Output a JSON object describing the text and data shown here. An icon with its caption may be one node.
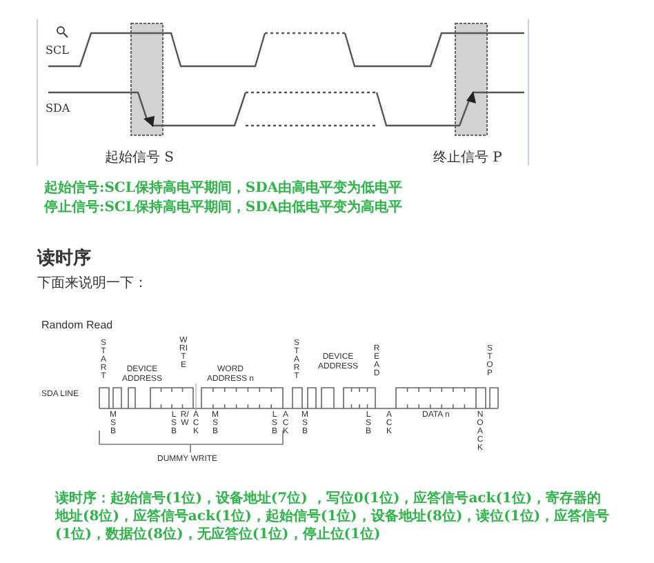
{
  "diagram": {
    "labels": [
      "SCL",
      "SDA",
      "起始信号 S",
      "终止信号 P",
      "起始信号:SCL保持高电平期间，SDA由高电平变为低电平",
      "停止信号:SCL保持高电平期间，SDA由低电平变为高电平",
      "读时序",
      "下面来说明一下：",
      "Random Read",
      "START",
      "DEVICE ADDRESS",
      "WRITE",
      "WORD ADDRESS n",
      "START",
      "DEVICE ADDRESS",
      "READ",
      "STOP",
      "SDA LINE",
      "MSB",
      "LSB",
      "R/W",
      "ACK",
      "MSB",
      "LSB",
      "ACK",
      "MSB",
      "LSB",
      "ACK",
      "DATA n",
      "NO ACK",
      "DUMMY WRITE",
      "读时序：起始信号(1位)，设备地址(7位) ，写位0(1位)，应答信号ack(1位)，寄存器的地址(8位)，应答信号ack(1位)，起始信号(1位)，设备地址(8位)，读位(1位)，应答信号(1位)，数据位(8位)，无应答位(1位)，停止位(1位)"
    ]
  }
}
